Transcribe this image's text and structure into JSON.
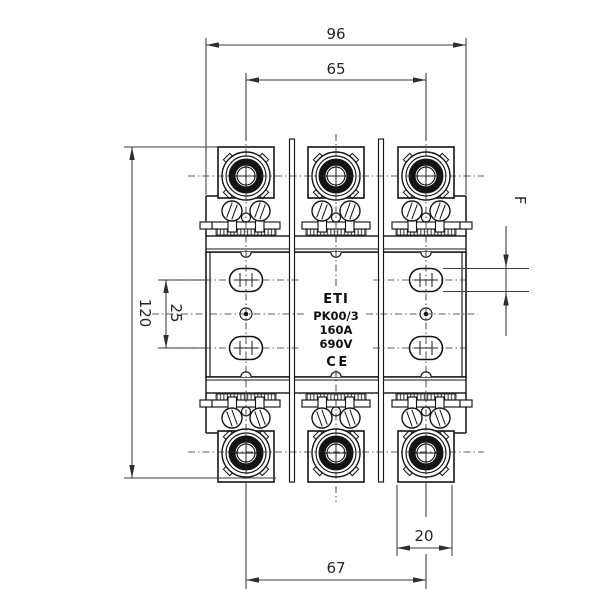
{
  "product_label": {
    "brand": "ETI",
    "model": "PK00/3",
    "current_rating": "160A",
    "voltage_rating": "690V",
    "ce_mark": "CE"
  },
  "dimensions": {
    "overall_width": "96",
    "fuse_link_span": "65",
    "overall_height": "120",
    "mounting_hole_pitch": "25",
    "slot_height_ref": "F",
    "terminal_block_width": "20",
    "terminal_span": "67"
  }
}
